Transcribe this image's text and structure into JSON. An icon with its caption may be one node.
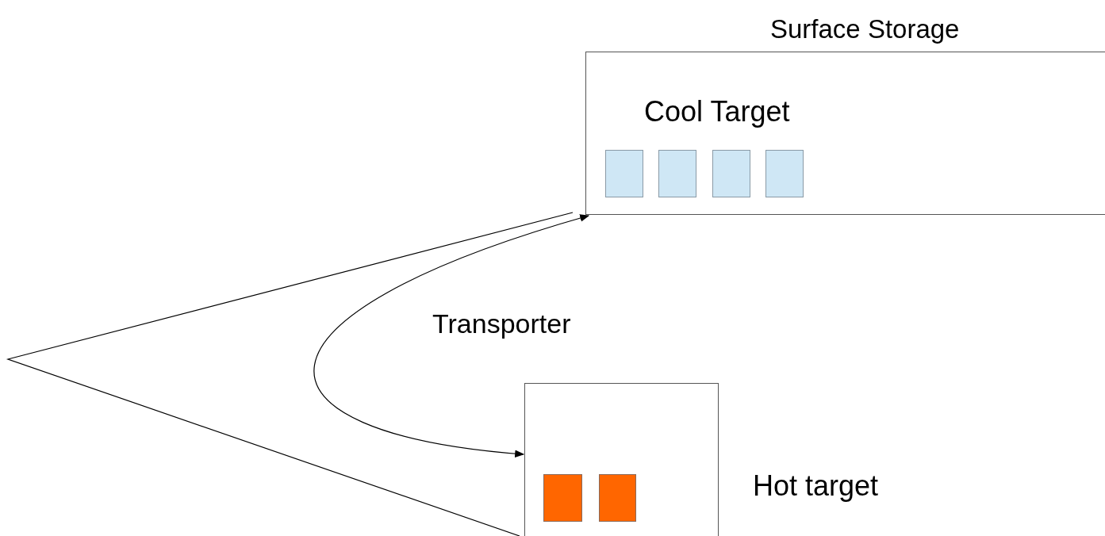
{
  "diagram": {
    "nodes": [
      {
        "text": [
          "Surface Storage",
          "Cool Target"
        ]
      },
      {
        "text": [],
        "shape": "box",
        "in": 0
      },
      {
        "text": [],
        "shape": "box",
        "in": 0
      },
      {
        "text": [],
        "shape": "box",
        "in": 0
      },
      {
        "text": [],
        "shape": "box",
        "in": 0
      },
      {
        "text": [
          "Hot target"
        ]
      },
      {
        "text": [],
        "shape": "box",
        "in": 5
      },
      {
        "text": [],
        "shape": "box",
        "in": 5
      }
    ],
    "edges": [
      {
        "from": 5,
        "to": 0,
        "arrow": "both"
      }
    ],
    "labels": [
      "Transporter"
    ]
  }
}
